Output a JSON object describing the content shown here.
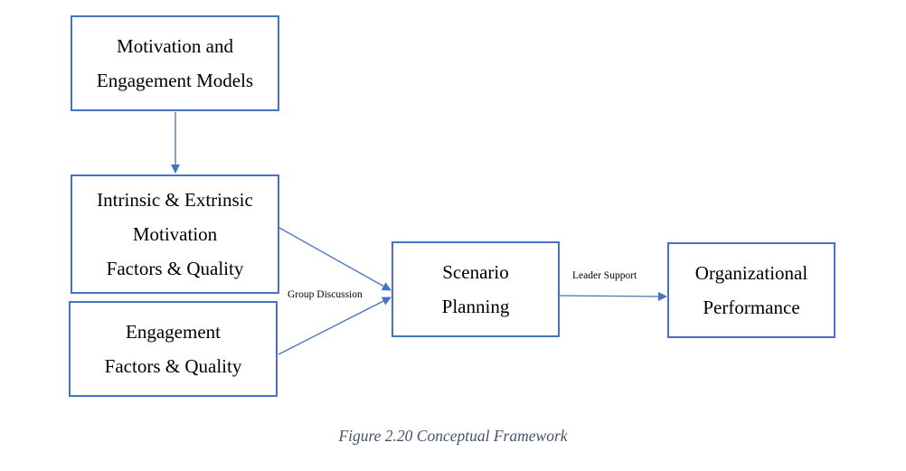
{
  "nodes": {
    "motivation_models": {
      "lines": [
        "Motivation and",
        "Engagement Models"
      ]
    },
    "intrinsic_extrinsic": {
      "lines": [
        "Intrinsic & Extrinsic",
        "Motivation",
        "Factors & Quality"
      ]
    },
    "engagement": {
      "lines": [
        "Engagement",
        "Factors & Quality"
      ]
    },
    "scenario": {
      "lines": [
        "Scenario",
        "Planning"
      ]
    },
    "organizational": {
      "lines": [
        "Organizational",
        "Performance"
      ]
    }
  },
  "edges": {
    "group_discussion": "Group Discussion",
    "leader_support": "Leader Support"
  },
  "caption": "Figure 2.20 Conceptual Framework",
  "colors": {
    "border": "#4472c4",
    "arrow": "#4472c4",
    "caption": "#44546a"
  }
}
